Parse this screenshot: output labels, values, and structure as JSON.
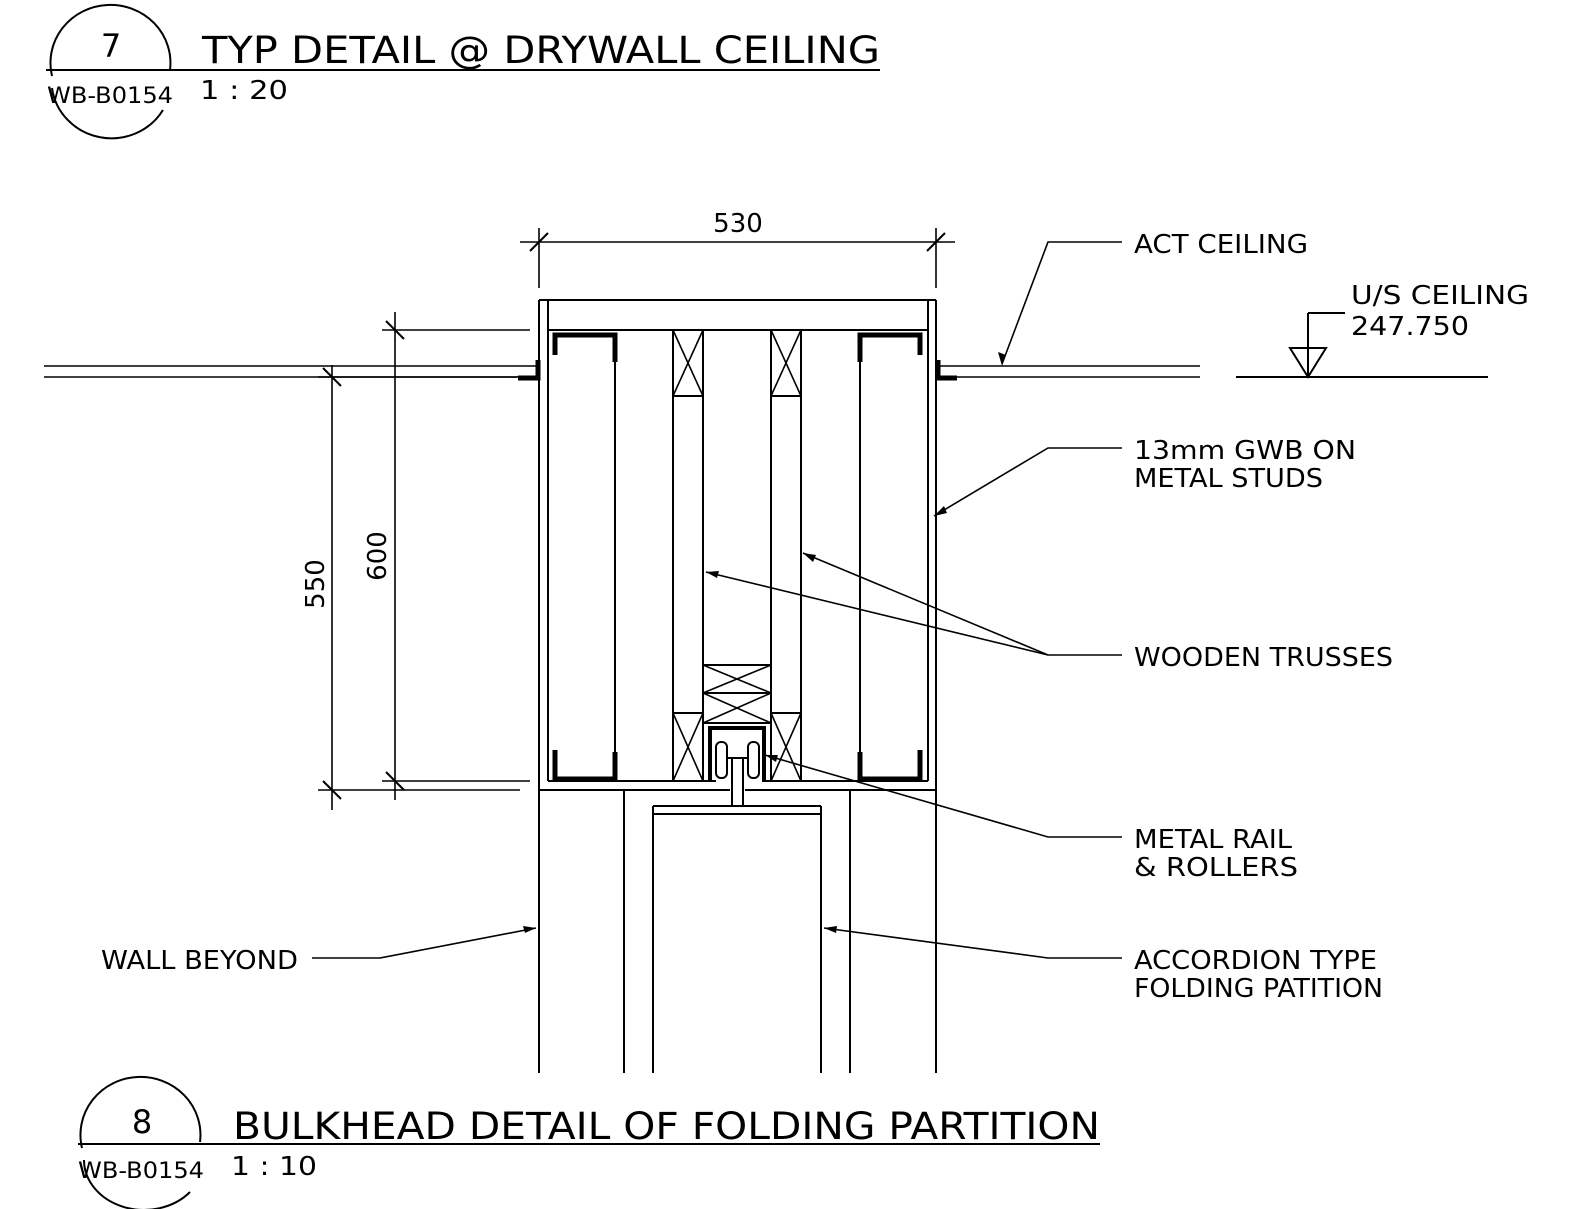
{
  "details": {
    "top": {
      "number": "7",
      "sheet": "WB-B0154",
      "title": "TYP DETAIL @ DRYWALL CEILING",
      "scale": "1 : 20"
    },
    "bottom": {
      "number": "8",
      "sheet": "WB-B0154",
      "title": "BULKHEAD DETAIL OF FOLDING PARTITION",
      "scale": "1 : 10"
    }
  },
  "dimensions": {
    "width": "530",
    "height_outer": "550",
    "height_inner": "600"
  },
  "labels": {
    "act_ceiling": "ACT CEILING",
    "us_ceiling": "U/S CEILING",
    "us_ceiling_level": "247.750",
    "gwb_line1": "13mm GWB ON",
    "gwb_line2": "METAL STUDS",
    "wooden_trusses": "WOODEN TRUSSES",
    "rail_line1": "METAL RAIL",
    "rail_line2": "& ROLLERS",
    "wall_beyond": "WALL BEYOND",
    "partition_line1": "ACCORDION TYPE",
    "partition_line2": "FOLDING PATITION"
  }
}
